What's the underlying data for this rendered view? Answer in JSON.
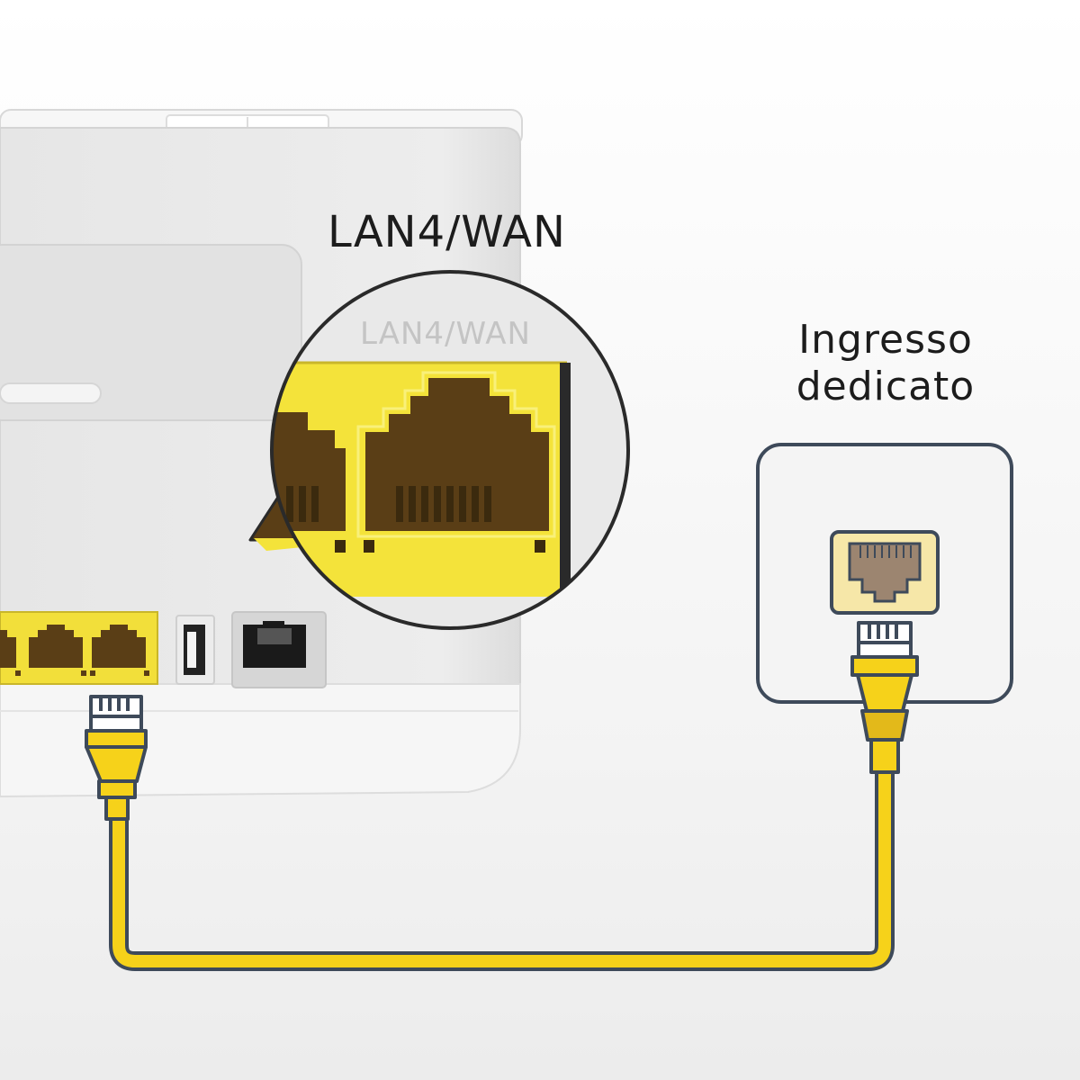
{
  "callout": {
    "port_label": "LAN4/WAN",
    "zoom_text": "LAN4/WAN"
  },
  "wall_socket": {
    "label_line1": "Ingresso",
    "label_line2": "dedicato"
  },
  "colors": {
    "cable": "#f6d21a",
    "outline": "#3e4a5a",
    "port_highlight": "#f4e33a",
    "router_body": "#e9e9e9",
    "background": "#f1f1f1"
  },
  "icons": [
    "router",
    "ethernet-port-icon",
    "usb-port-icon",
    "phone-port-icon",
    "wall-socket",
    "ethernet-cable",
    "rj45-plug-icon"
  ]
}
